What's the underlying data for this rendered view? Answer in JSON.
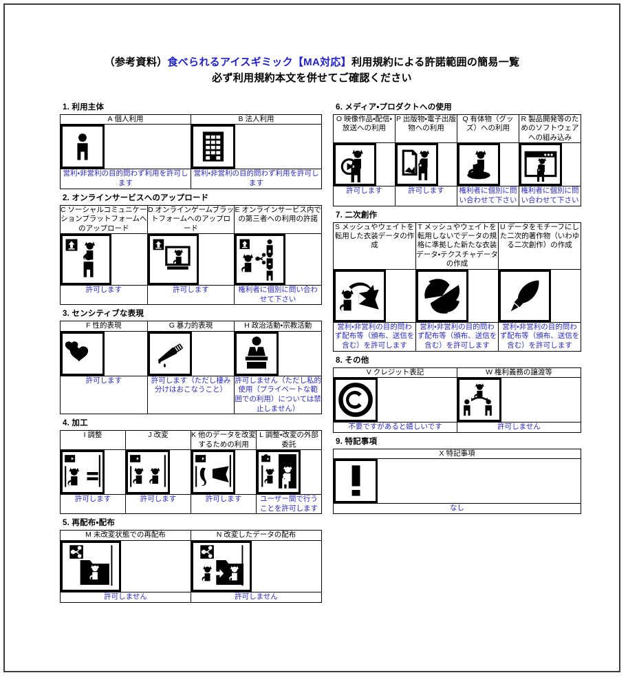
{
  "document": {
    "title_prefix": "（参考資料）",
    "title_highlight": "食べられるアイスギミック【MA対応】",
    "title_suffix": "利用規約による許諾範囲の簡易一覧",
    "subtitle": "必ず利用規約本文を併せてご確認ください",
    "accent_color": "#2020c8",
    "permission_text_color": "#2a2ac4"
  },
  "sections": [
    {
      "number": "1.",
      "heading": "利用主体",
      "items": [
        {
          "letter": "A",
          "label": "個人利用",
          "icon": "person-icon",
          "permission": "営利・非営利の目的問わず利用を許可します"
        },
        {
          "letter": "B",
          "label": "法人利用",
          "icon": "building-icon",
          "permission": "営利・非営利の目的問わず利用を許可します"
        }
      ]
    },
    {
      "number": "2.",
      "heading": "オンラインサービスへのアップロード",
      "items": [
        {
          "letter": "C",
          "label": "ソーシャルコミュニケーションプラットフォームへのアップロード",
          "icon": "upload-cat-person-icon",
          "permission": "許可します"
        },
        {
          "letter": "D",
          "label": "オンラインゲームブラットフォームへのアップロード",
          "icon": "upload-cat-monitor-icon",
          "permission": "許可します"
        },
        {
          "letter": "E",
          "label": "オンラインサービス内での第三者への利用の許諾",
          "icon": "upload-cat-share-icon",
          "permission": "権利者に個別に問い合わせて下さい"
        }
      ]
    },
    {
      "number": "3.",
      "heading": "センシティブな表現",
      "items": [
        {
          "letter": "F",
          "label": "性的表現",
          "icon": "hearts-icon",
          "permission": "許可します"
        },
        {
          "letter": "G",
          "label": "暴力的表現",
          "icon": "knife-icon",
          "permission": "許可します（ただし棲み分けはおこなうこと）"
        },
        {
          "letter": "H",
          "label": "政治活動・宗教活動",
          "icon": "podium-speaker-icon",
          "permission": "許可しません（ただし私的使用（プライベートな範囲での利用）については禁止しません）"
        }
      ]
    },
    {
      "number": "4.",
      "heading": "加工",
      "items": [
        {
          "letter": "I",
          "label": "調整",
          "icon": "adjust-cat-equal-icon",
          "permission": "許可します"
        },
        {
          "letter": "J",
          "label": "改変",
          "icon": "modify-two-cats-icon",
          "permission": "許可します"
        },
        {
          "letter": "K",
          "label": "他のデータを改変するための利用",
          "icon": "modify-other-data-icon",
          "permission": "許可します"
        },
        {
          "letter": "L",
          "label": "調整・改変の外部委託",
          "icon": "outsourcing-icon",
          "permission": "ユーザー間で行うことを許可します"
        }
      ]
    },
    {
      "number": "5.",
      "heading": "再配布・配布",
      "items": [
        {
          "letter": "M",
          "label": "未改変状態での再配布",
          "icon": "share-folder-cat-icon",
          "permission": "許可しません"
        },
        {
          "letter": "N",
          "label": "改変したデータの配布",
          "icon": "share-modified-cat-icon",
          "permission": "許可しません"
        }
      ]
    },
    {
      "number": "6.",
      "heading": "メディア・プロダクトへの使用",
      "items": [
        {
          "letter": "O",
          "label": "映像作品・配信・放送への利用",
          "icon": "video-play-cat-icon",
          "permission": "許可します"
        },
        {
          "letter": "P",
          "label": "出版物・電子出版物への利用",
          "icon": "document-cat-icon",
          "permission": "許可します"
        },
        {
          "letter": "Q",
          "label": "有体物（グッズ）への利用",
          "icon": "figurine-cat-icon",
          "permission": "権利者に個別に問い合わせて下さい"
        },
        {
          "letter": "R",
          "label": "製品開発等のためのソフトウェアへの組み込み",
          "icon": "software-window-cat-icon",
          "permission": "権利者に個別に問い合わせて下さい"
        }
      ]
    },
    {
      "number": "7.",
      "heading": "二次創作",
      "items": [
        {
          "letter": "S",
          "label": "メッシュやウェイトを転用した衣装データの作成",
          "icon": "cat-to-costume-icon",
          "permission": "営利・非営利の目的問わず配布等（頒布、送信を含む）を許可します"
        },
        {
          "letter": "T",
          "label": "メッシュやウェイトを転用しないでデータの規格に準拠した新たな衣装データ・テクスチャデータの作成",
          "icon": "costume-pieces-icon",
          "permission": "営利・非営利の目的問わず配布等（頒布、送信を含む）を許可します"
        },
        {
          "letter": "U",
          "label": "データをモチーフにした二次的著作物（いわゆる二次創作）の作成",
          "icon": "paintbrush-icon",
          "permission": "営利・非営利の目的問わず配布等（頒布、送信を含む）を許可します"
        }
      ]
    },
    {
      "number": "8.",
      "heading": "その他",
      "items": [
        {
          "letter": "V",
          "label": "クレジット表記",
          "icon": "copyright-icon",
          "permission": "不要ですがあると嬉しいです"
        },
        {
          "letter": "W",
          "label": "権利義務の譲渡等",
          "icon": "transfer-rights-icon",
          "permission": "許可しません"
        }
      ]
    },
    {
      "number": "9.",
      "heading": "特記事項",
      "items": [
        {
          "letter": "X",
          "label": "特記事項",
          "icon": "exclamation-icon",
          "permission": "なし"
        }
      ]
    }
  ]
}
